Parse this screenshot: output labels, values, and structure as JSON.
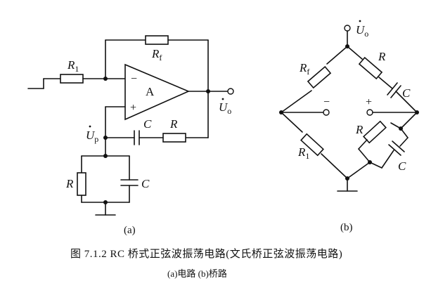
{
  "circuit_a": {
    "label": "(a)",
    "opamp_label": "A",
    "minus_sign": "−",
    "plus_sign": "+",
    "R1": {
      "sym": "R",
      "sub": "1"
    },
    "Rf": {
      "sym": "R",
      "sub": "f"
    },
    "series_C": "C",
    "series_R": "R",
    "shunt_R": "R",
    "shunt_C": "C",
    "Up": {
      "sym": "U",
      "sub": "p"
    },
    "Uo": {
      "sym": "U",
      "sub": "o"
    }
  },
  "circuit_b": {
    "label": "(b)",
    "Uo": {
      "sym": "U",
      "sub": "o"
    },
    "Rf": {
      "sym": "R",
      "sub": "f"
    },
    "R1": {
      "sym": "R",
      "sub": "1"
    },
    "top_R": "R",
    "top_C": "C",
    "bot_R": "R",
    "bot_C": "C",
    "minus_sign": "−",
    "plus_sign": "+"
  },
  "caption": {
    "line1": "图 7.1.2  RC 桥式正弦波振荡电路(文氏桥正弦波振荡电路)",
    "line2": "(a)电路  (b)桥路"
  }
}
